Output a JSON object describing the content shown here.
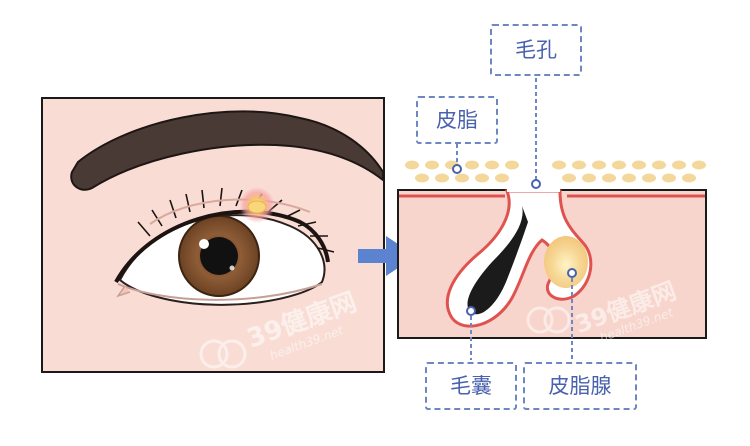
{
  "labels": {
    "maokong": "毛孔",
    "pizhi": "皮脂",
    "maonang": "毛囊",
    "pizhixian": "皮脂腺"
  },
  "watermark": {
    "brand": "39健康网",
    "site": "health39.net"
  },
  "colors": {
    "label_border": "#6f86c4",
    "label_text": "#4a62ad",
    "skin": "#f7d5cc",
    "skin_edge": "#e0524f",
    "sebum": "#f3d79b",
    "arrow": "#5b83cf",
    "iris": "#8a5a3b",
    "brow": "#4a3a35"
  }
}
